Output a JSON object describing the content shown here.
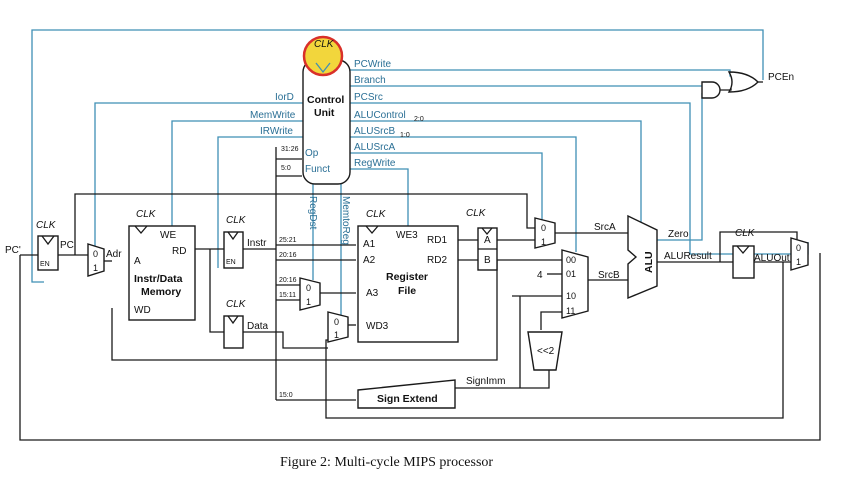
{
  "caption": "Figure 2: Multi-cycle MIPS processor",
  "clk": "CLK",
  "control_unit": {
    "title_line1": "Control",
    "title_line2": "Unit",
    "op": "Op",
    "funct": "Funct",
    "outputs": [
      "PCWrite",
      "Branch",
      "PCSrc",
      "ALUControl",
      "ALUSrcB",
      "ALUSrcA",
      "RegWrite"
    ],
    "alucontrol_sub": "2:0",
    "alusrcb_sub": "1:0",
    "left_outputs": [
      "IorD",
      "MemWrite",
      "IRWrite"
    ],
    "vertical_outputs": [
      "RegDst",
      "MemtoReg"
    ]
  },
  "instr_bits": {
    "op_bits": "31:26",
    "funct_bits": "5:0",
    "a1_bits": "25:21",
    "a2_bits": "20:16",
    "mux_in0_bits": "20:16",
    "mux_in1_bits": "15:11",
    "imm_bits": "15:0"
  },
  "signals": {
    "pc_prime": "PC'",
    "pc": "PC",
    "adr": "Adr",
    "instr": "Instr",
    "data": "Data",
    "srca": "SrcA",
    "srcb": "SrcB",
    "zero": "Zero",
    "aluresult": "ALUResult",
    "aluout": "ALUOut",
    "pcen": "PCEn",
    "signimm": "SignImm",
    "a": "A",
    "b": "B",
    "four": "4"
  },
  "blocks": {
    "mem_line1": "Instr/Data",
    "mem_line2": "Memory",
    "mem_a": "A",
    "mem_rd": "RD",
    "mem_we": "WE",
    "mem_wd": "WD",
    "rf_line1": "Register",
    "rf_line2": "File",
    "rf_a1": "A1",
    "rf_a2": "A2",
    "rf_a3": "A3",
    "rf_wd3": "WD3",
    "rf_we3": "WE3",
    "rf_rd1": "RD1",
    "rf_rd2": "RD2",
    "sign_extend": "Sign Extend",
    "shift": "<<2",
    "alu": "ALU",
    "en": "EN"
  },
  "mux_labels": {
    "zero": "0",
    "one": "1",
    "s00": "00",
    "s01": "01",
    "s10": "10",
    "s11": "11"
  }
}
